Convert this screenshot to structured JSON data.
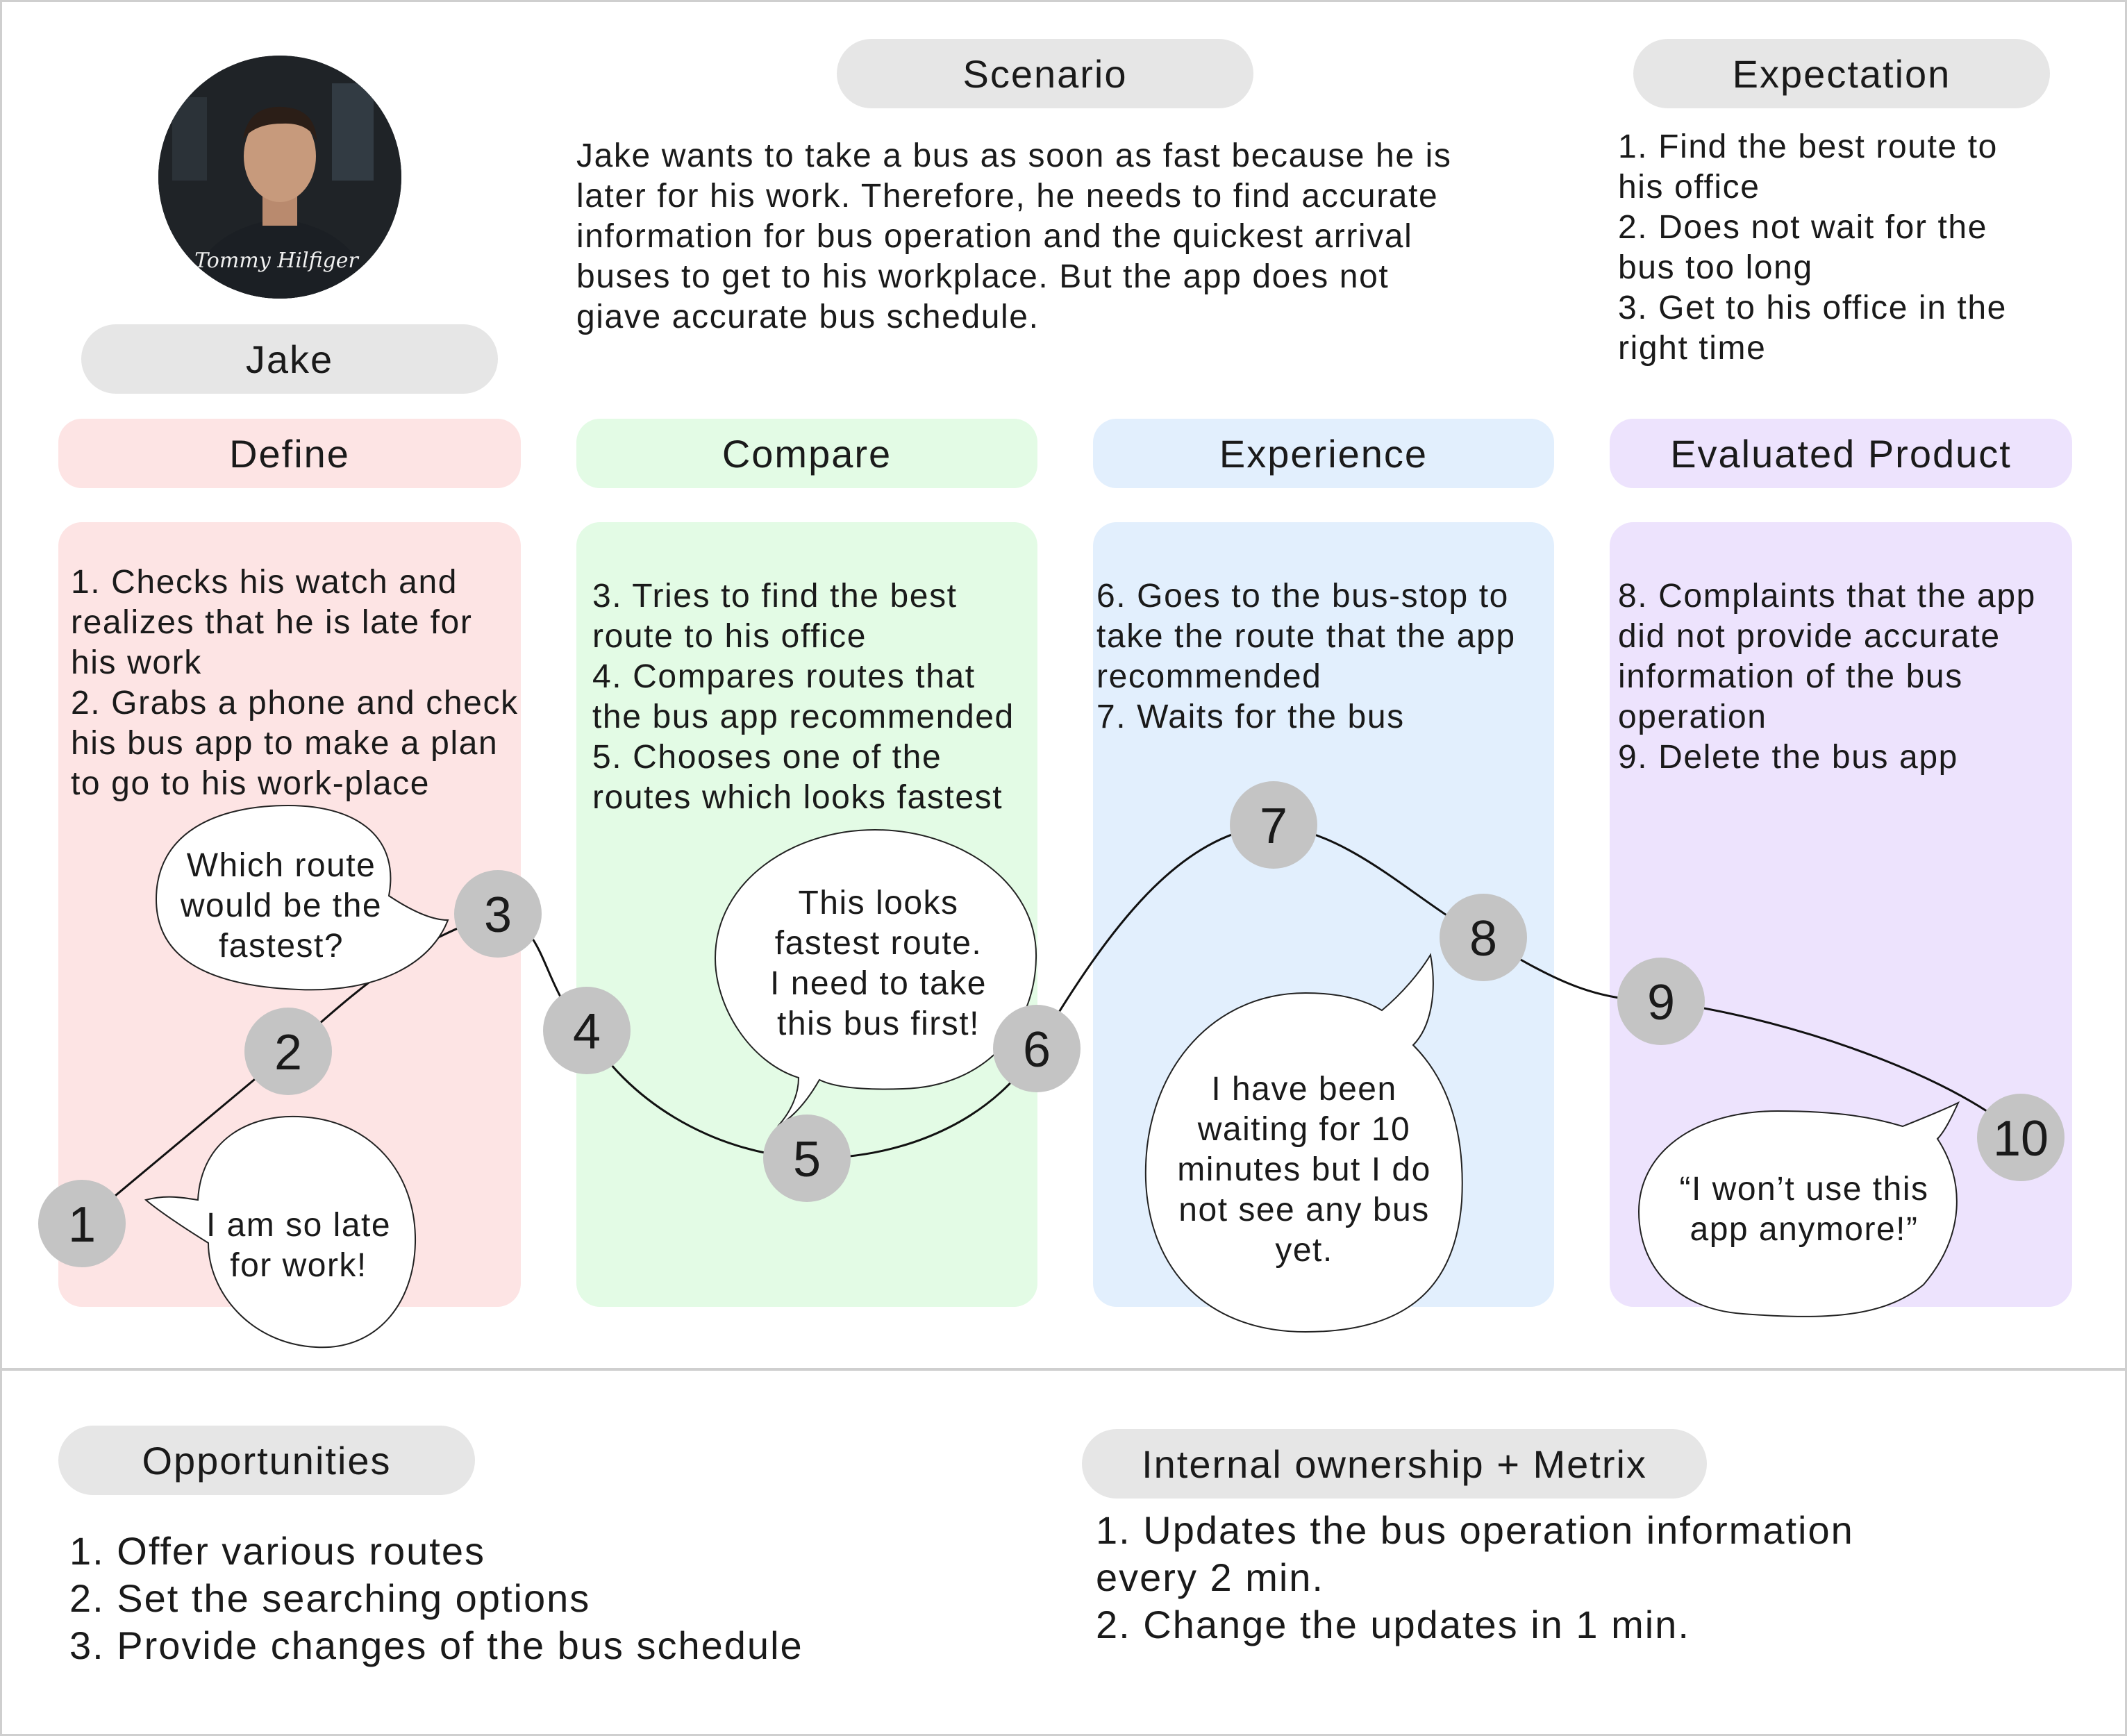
{
  "persona": {
    "name": "Jake",
    "shirt_text": "Tommy Hilfiger"
  },
  "scenario": {
    "heading": "Scenario",
    "lines": [
      "Jake wants to take a bus as soon as fast because he is",
      "later for his work. Therefore, he needs to find accurate",
      "information for bus operation and the quickest arrival",
      "buses to get to his workplace. But the app does not",
      "giave accurate bus schedule."
    ]
  },
  "expectation": {
    "heading": "Expectation",
    "lines": [
      "1. Find the best route to",
      "his office",
      "2. Does not wait for the",
      "bus too long",
      "3. Get to his office in the",
      "right time"
    ]
  },
  "stages": [
    {
      "label": "Define",
      "color": "#fde4e4",
      "lines": [
        "1. Checks his watch and",
        "realizes that he is late for",
        "his work",
        "2. Grabs a phone and check",
        "his bus app to make a plan",
        "to go to his work-place"
      ]
    },
    {
      "label": "Compare",
      "color": "#e3fbe5",
      "lines": [
        "3. Tries to find the best",
        "route to his office",
        "4. Compares routes that",
        "the bus app recommended",
        "5. Chooses one of the",
        "routes which looks fastest"
      ]
    },
    {
      "label": "Experience",
      "color": "#e2effd",
      "lines": [
        "6. Goes to the bus-stop to",
        "take the route that the app",
        "recommended",
        "7. Waits for the bus"
      ]
    },
    {
      "label": "Evaluated Product",
      "color": "#ede3fd",
      "lines": [
        "8. Complaints that the app",
        "did not provide accurate",
        "information of the bus",
        "operation",
        "9. Delete the bus app"
      ]
    }
  ],
  "journey": {
    "nodes": [
      "1",
      "2",
      "3",
      "4",
      "5",
      "6",
      "7",
      "8",
      "9",
      "10"
    ],
    "bubbles": [
      {
        "lines": [
          "Which route",
          "would be the",
          "fastest?"
        ]
      },
      {
        "lines": [
          "I am so late",
          "for work!"
        ]
      },
      {
        "lines": [
          "This looks",
          "fastest route.",
          "I need to take",
          "this bus first!"
        ]
      },
      {
        "lines": [
          "I have been",
          "waiting for 10",
          "minutes but I do",
          "not see any bus",
          "yet."
        ]
      },
      {
        "lines": [
          "“I won’t use this",
          "app anymore!”"
        ]
      }
    ]
  },
  "opportunities": {
    "heading": "Opportunities",
    "lines": [
      "1. Offer various routes",
      "2. Set the searching options",
      "3. Provide changes of the bus schedule"
    ]
  },
  "ownership": {
    "heading": "Internal ownership + Metrix",
    "lines": [
      "1. Updates the bus operation information",
      "every 2 min.",
      "2. Change the updates in 1 min."
    ]
  }
}
